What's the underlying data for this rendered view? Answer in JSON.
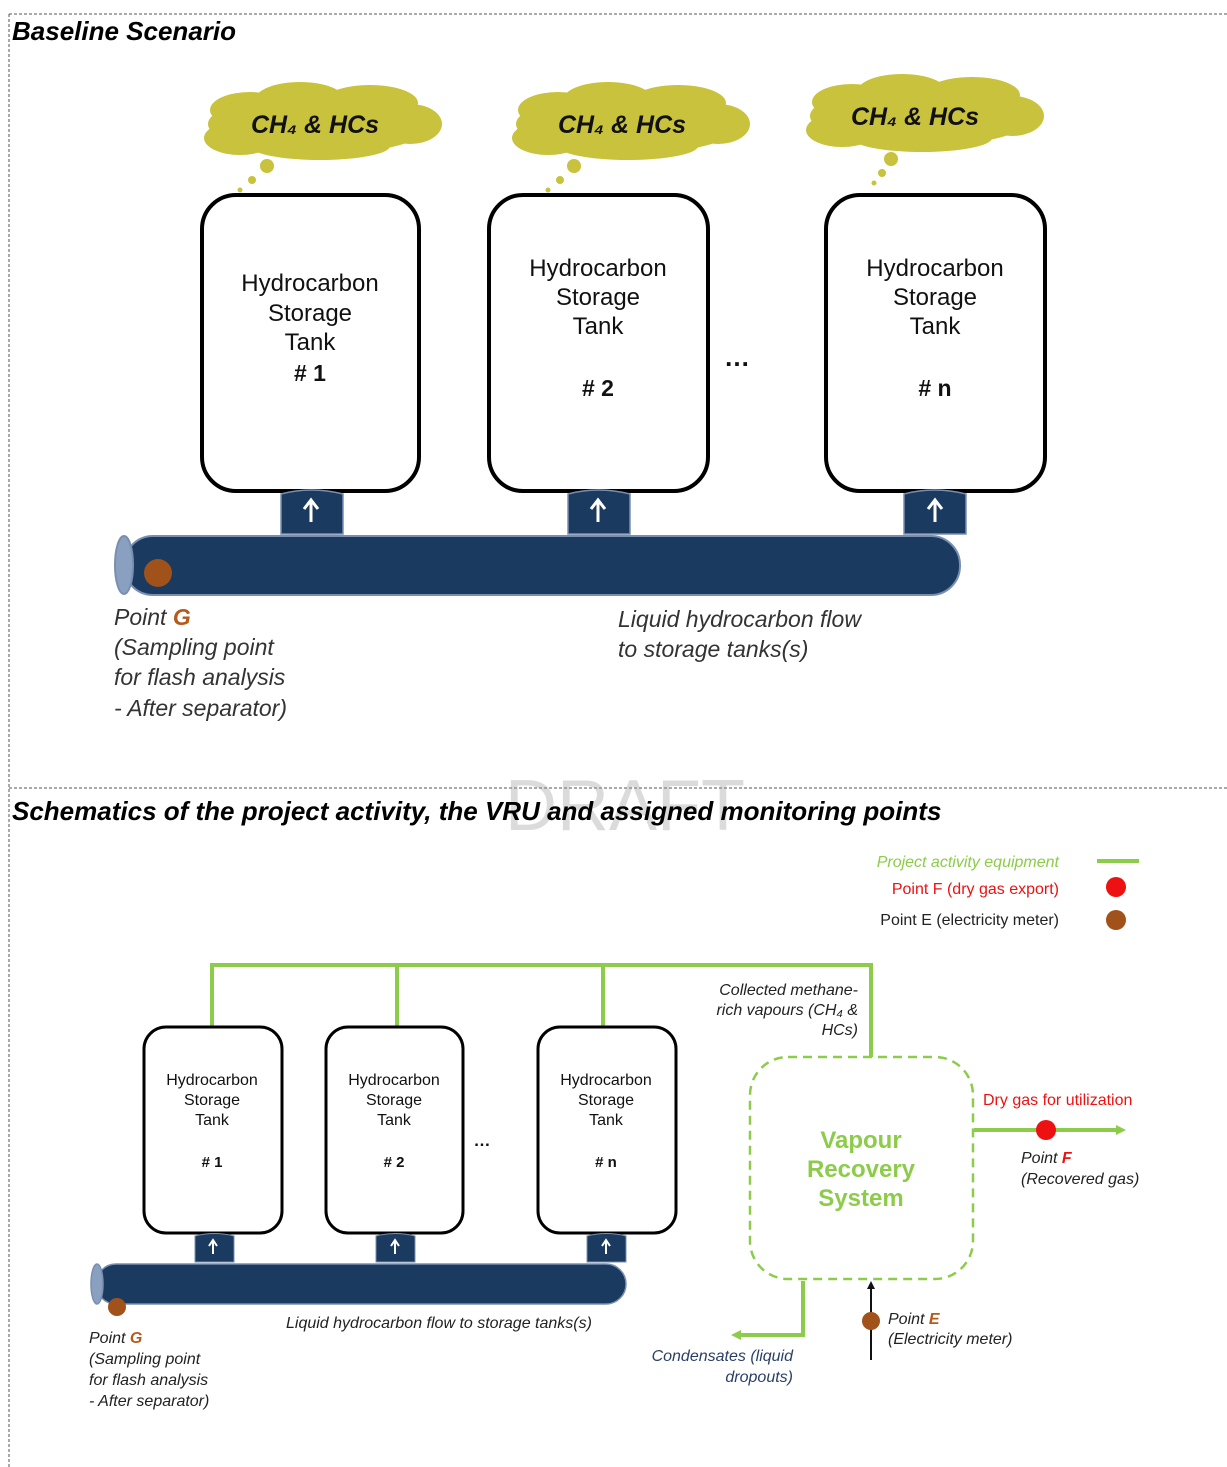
{
  "colors": {
    "pipe": "#1b3a60",
    "pipe_edge": "#7a8fb0",
    "cloud": "#c8c23c",
    "green": "#8ccc4a",
    "red": "#ee1111",
    "brown": "#a0521a",
    "slate": "#2a3f66"
  },
  "watermark": "DRAFT",
  "baseline": {
    "title": "Baseline Scenario",
    "cloud_text": [
      "CH₄ & HCs",
      "CH₄ & HCs",
      "CH₄ & HCs"
    ],
    "tanks": [
      {
        "l1": "Hydrocarbon",
        "l2": "Storage",
        "l3": "Tank",
        "num": "# 1"
      },
      {
        "l1": "Hydrocarbon",
        "l2": "Storage",
        "l3": "Tank",
        "num": "# 2"
      },
      {
        "l1": "Hydrocarbon",
        "l2": "Storage",
        "l3": "Tank",
        "num": "# n"
      }
    ],
    "ellipsis": "…",
    "point_prefix": "Point ",
    "point_letter": "G",
    "point_desc": [
      "(Sampling point",
      "for flash analysis",
      "- After separator)"
    ],
    "flow": [
      "Liquid hydrocarbon flow",
      "to storage tanks(s)"
    ]
  },
  "project": {
    "title": "Schematics of the project activity, the VRU and assigned monitoring points",
    "legend": {
      "equipment": "Project activity equipment",
      "point_f": "Point F (dry gas export)",
      "point_e": "Point E (electricity meter)"
    },
    "tanks": [
      {
        "l1": "Hydrocarbon",
        "l2": "Storage",
        "l3": "Tank",
        "num": "# 1"
      },
      {
        "l1": "Hydrocarbon",
        "l2": "Storage",
        "l3": "Tank",
        "num": "# 2"
      },
      {
        "l1": "Hydrocarbon",
        "l2": "Storage",
        "l3": "Tank",
        "num": "# n"
      }
    ],
    "ellipsis": "…",
    "collected": [
      "Collected methane-",
      "rich vapours (CH₄ &",
      "HCs)"
    ],
    "vru": [
      "Vapour",
      "Recovery",
      "System"
    ],
    "dry_gas": "Dry gas for utilization",
    "point_f_prefix": "Point ",
    "point_f_letter": "F",
    "point_f_desc": "(Recovered gas)",
    "point_e_prefix": "Point ",
    "point_e_letter": "E",
    "point_e_desc": "(Electricity meter)",
    "condensates": [
      "Condensates (liquid",
      "dropouts)"
    ],
    "flow": "Liquid hydrocarbon flow to storage tanks(s)",
    "point_g_prefix": "Point ",
    "point_g_letter": "G",
    "point_g_desc": [
      "(Sampling point",
      "for flash analysis",
      "- After separator)"
    ]
  }
}
